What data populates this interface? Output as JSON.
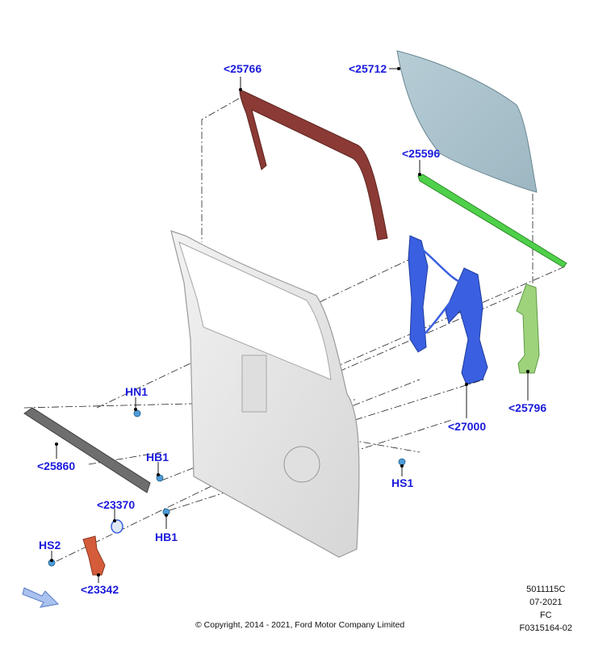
{
  "callouts": {
    "c25766": "<25766",
    "c25712": "<25712",
    "c25596": "<25596",
    "hn1": "HN1",
    "c25796": "<25796",
    "c27000": "<27000",
    "c25860": "<25860",
    "hb1_top": "HB1",
    "hs1": "HS1",
    "c23370": "<23370",
    "hb1_bottom": "HB1",
    "hs2": "HS2",
    "c23342": "<23342"
  },
  "meta": {
    "code1": "5011115C",
    "date": "07-2021",
    "fc": "FC",
    "code2": "F0315164-02"
  },
  "copyright": "© Copyright, 2014 - 2021, Ford Motor Company Limited",
  "colors": {
    "callout_text": "#1a1adb",
    "glass": "#b9cfd8",
    "run_channel": "#8b3a35",
    "glass_strip": "#4fd04a",
    "regulator": "#3a5fe0",
    "rear_channel": "#9ed37c",
    "weatherstrip": "#6e6e6e",
    "hinge_part": "#d45c3a"
  },
  "icons": {
    "nav_arrow": "blue-direction-arrow-icon"
  }
}
